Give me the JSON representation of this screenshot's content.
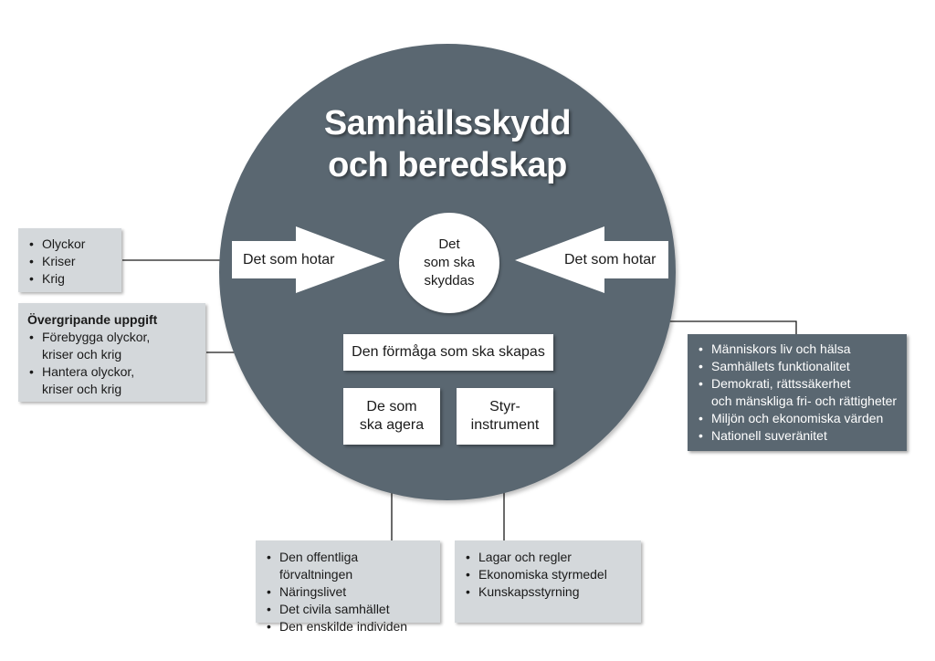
{
  "title": {
    "line1": "Samhällsskydd",
    "line2": "och beredskap"
  },
  "center": {
    "lines": [
      "Det",
      "som ska",
      "skyddas"
    ]
  },
  "threat_left": "Det som hotar",
  "threat_right": "Det som hotar",
  "capability": "Den förmåga som ska skapas",
  "actors_box": {
    "lines": [
      "De som",
      "ska agera"
    ]
  },
  "instruments_box": {
    "lines": [
      "Styr-",
      "instrument"
    ]
  },
  "threats_list": {
    "items": [
      "Olyckor",
      "Kriser",
      "Krig"
    ]
  },
  "task_list": {
    "heading": "Övergripande uppgift",
    "items": [
      [
        "Förebygga olyckor,",
        "kriser och krig"
      ],
      [
        "Hantera olyckor,",
        "kriser och krig"
      ]
    ]
  },
  "protect_list": {
    "items": [
      [
        "Människors liv och hälsa"
      ],
      [
        "Samhällets funktionalitet"
      ],
      [
        "Demokrati, rättssäkerhet",
        "och mänskliga fri- och rättigheter"
      ],
      [
        "Miljön och ekonomiska värden"
      ],
      [
        "Nationell suveränitet"
      ]
    ]
  },
  "actors_list": {
    "items": [
      "Den offentliga förvaltningen",
      "Näringslivet",
      "Det civila samhället",
      "Den enskilde individen"
    ]
  },
  "instruments_list": {
    "items": [
      "Lagar och regler",
      "Ekonomiska styrmedel",
      "Kunskapsstyrning"
    ]
  },
  "colors": {
    "circle": "#5a6771",
    "light_box": "#d4d8db",
    "dark_box": "#5a6771",
    "white": "#ffffff"
  }
}
